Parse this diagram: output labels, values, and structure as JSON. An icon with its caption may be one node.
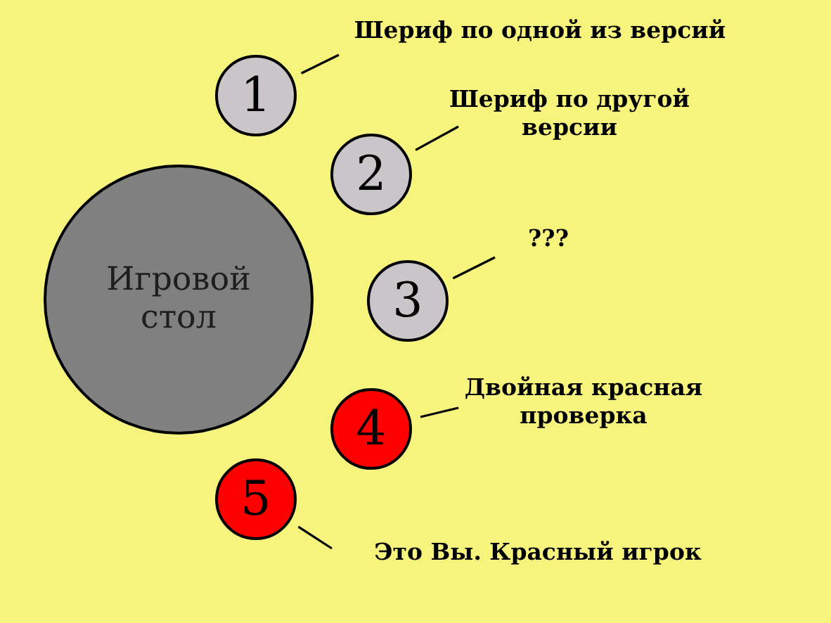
{
  "diagram": {
    "nodes": [
      {
        "text": [
          "Игровой стол"
        ]
      },
      {
        "text": [
          "1"
        ]
      },
      {
        "text": [
          "2"
        ]
      },
      {
        "text": [
          "3"
        ]
      },
      {
        "text": [
          "4"
        ]
      },
      {
        "text": [
          "5"
        ]
      },
      {
        "text": [
          "Шериф по одной из версий"
        ]
      },
      {
        "text": [
          "Шериф по другой версии"
        ]
      },
      {
        "text": [
          "???"
        ]
      },
      {
        "text": [
          "Двойная красная проверка"
        ]
      },
      {
        "text": [
          "Это Вы. Красный игрок"
        ]
      }
    ],
    "edges": [
      {
        "from": 6,
        "to": 1,
        "arrow": "none"
      },
      {
        "from": 7,
        "to": 2,
        "arrow": "none"
      },
      {
        "from": 8,
        "to": 3,
        "arrow": "none"
      },
      {
        "from": 9,
        "to": 4,
        "arrow": "none"
      },
      {
        "from": 10,
        "to": 5,
        "arrow": "none"
      }
    ]
  }
}
